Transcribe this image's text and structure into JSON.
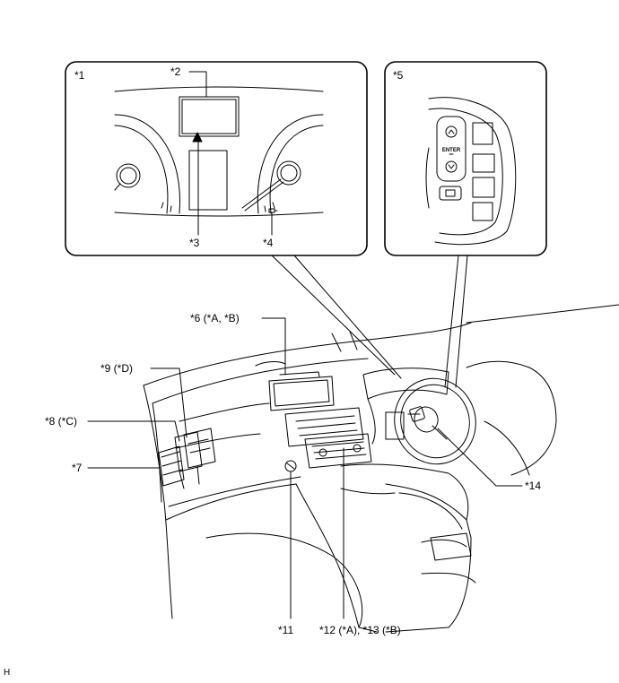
{
  "callouts": {
    "c1": "*1",
    "c2": "*2",
    "c3": "*3",
    "c4": "*4",
    "c5": "*5",
    "c6": "*6 (*A, *B)",
    "c7": "*7",
    "c8": "*8 (*C)",
    "c9": "*9 (*D)",
    "c11": "*11",
    "c12": "*12 (*A), *13 (*B)",
    "c14": "*14"
  },
  "switch_labels": {
    "enter": "ENTER"
  },
  "corner_mark": "H"
}
